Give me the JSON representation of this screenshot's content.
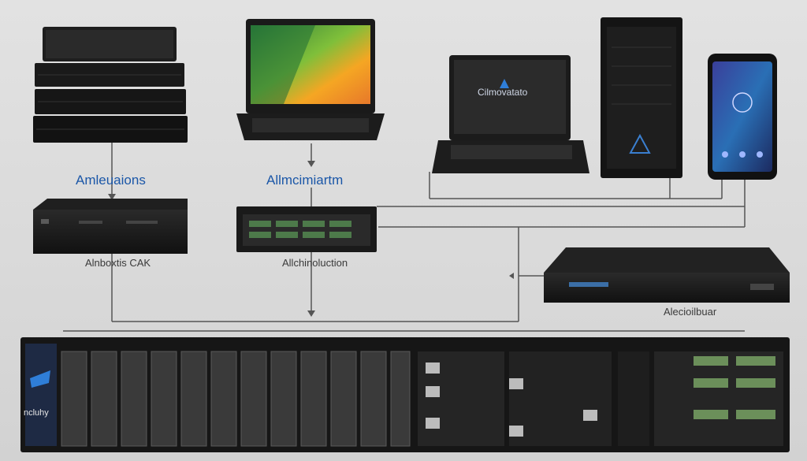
{
  "labels": {
    "server_stack": "Amleuaions",
    "laptop_top": "Allmcimiartm",
    "laptop_screen": "Cilmovatato",
    "switch_left": "Alnboxtis CAK",
    "rack_small": "Allchinoluction",
    "router_right": "Alecioilbuar",
    "rack_logo": "ncluhy"
  },
  "colors": {
    "accent_blue": "#1b57a8",
    "line": "#555555",
    "device_dark": "#1c1c1c"
  },
  "icons": {
    "phone": "smartphone-icon",
    "tower_logo": "brand-logo-icon",
    "rack_logo": "brand-logo-icon"
  }
}
